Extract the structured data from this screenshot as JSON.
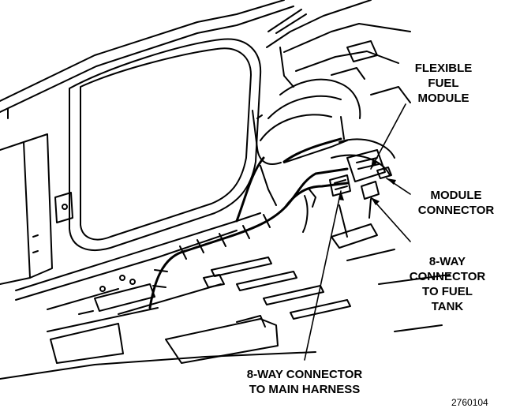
{
  "labels": {
    "flexible_fuel_module": [
      "FLEXIBLE",
      "FUEL",
      "MODULE"
    ],
    "module_connector": [
      "MODULE",
      "CONNECTOR"
    ],
    "connector_fuel_tank": [
      "8-WAY",
      "CONNECTOR",
      "TO FUEL",
      "TANK"
    ],
    "connector_main_harness": [
      "8-WAY CONNECTOR",
      "TO MAIN HARNESS"
    ]
  },
  "figure_number": "2760104",
  "colors": {
    "ink": "#000000",
    "paper": "#ffffff"
  }
}
